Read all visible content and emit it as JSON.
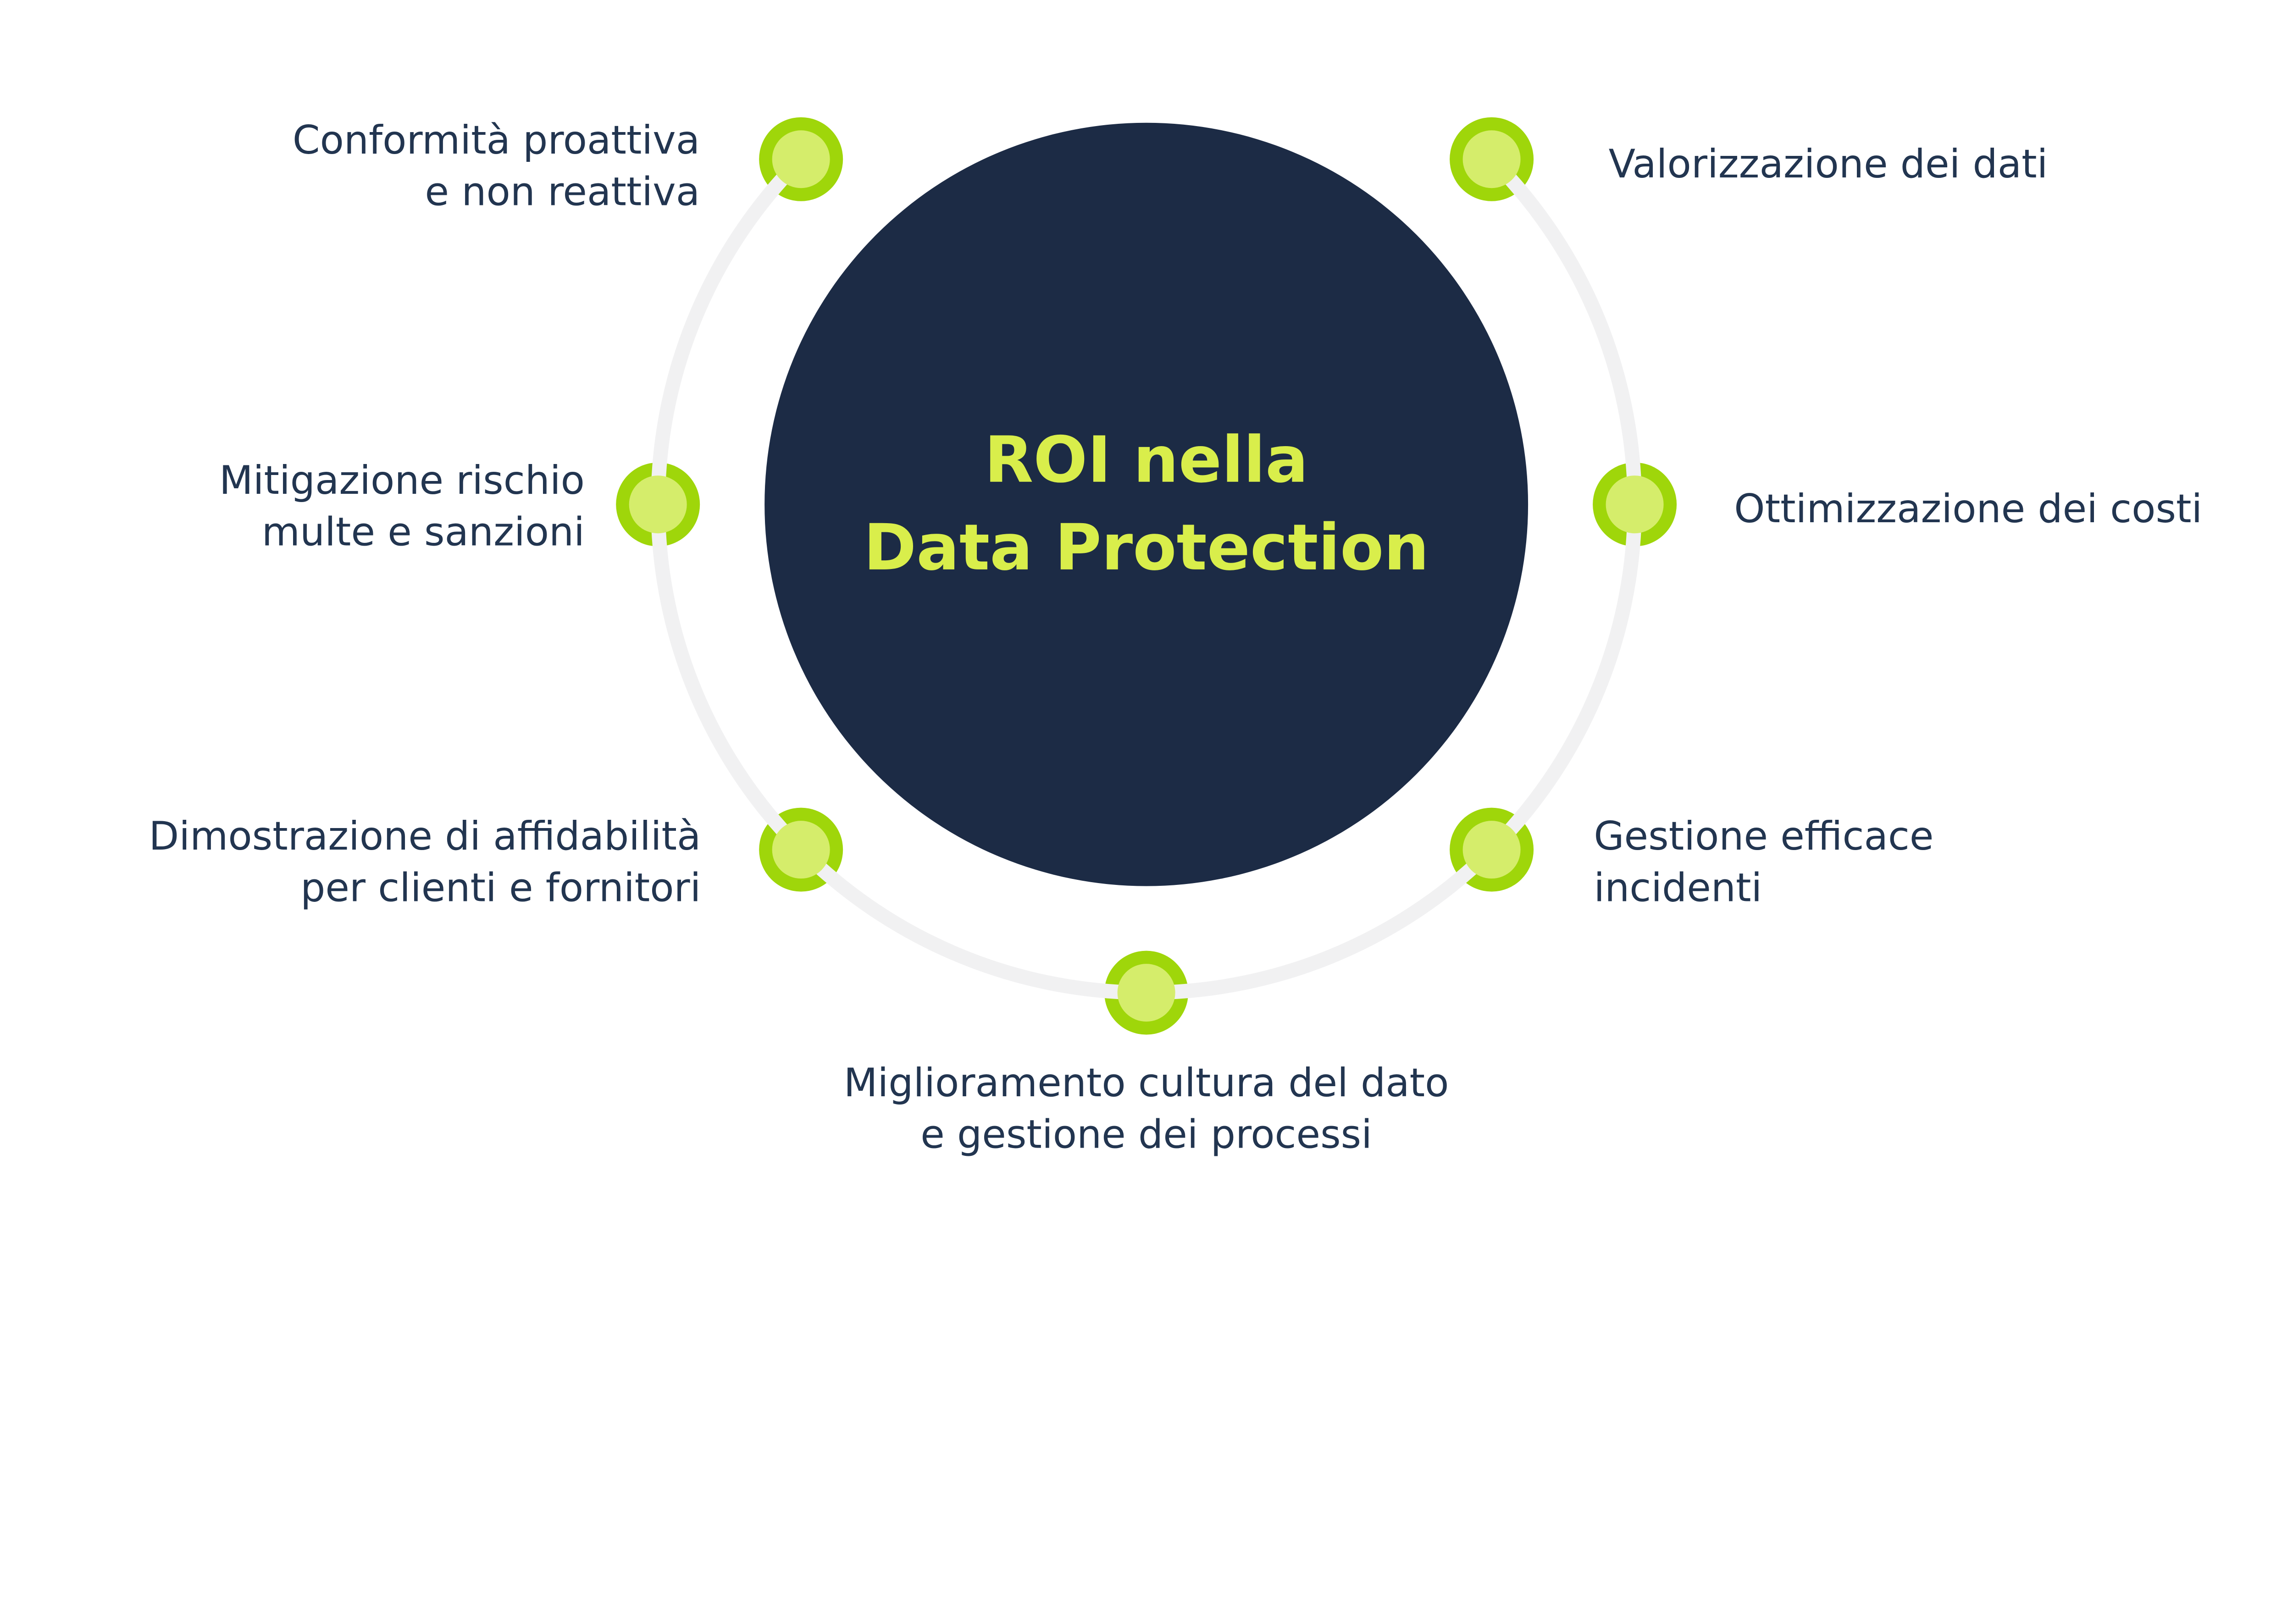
{
  "diagram": {
    "title": {
      "line1": "ROI nella",
      "line2": "Data Protection"
    },
    "labels": {
      "top_left": {
        "line1": "Conformità proattiva",
        "line2": "e non reattiva"
      },
      "left": {
        "line1": "Mitigazione rischio",
        "line2": "multe e sanzioni"
      },
      "bottom_left": {
        "line1": "Dimostrazione di affidabilità",
        "line2": "per clienti e fornitori"
      },
      "bottom": {
        "line1": "Miglioramento cultura del dato",
        "line2": "e gestione dei processi"
      },
      "bottom_right": {
        "line1": "Gestione efficace",
        "line2": "incidenti"
      },
      "right": {
        "line1": "Ottimizzazione dei costi"
      },
      "top_right": {
        "line1": "Valorizzazione dei dati"
      }
    },
    "colors": {
      "background": "#ffffff",
      "circle": "#1c2b45",
      "title": "#d9ee4b",
      "label_text": "#223550",
      "dot_outer": "#9fd60a",
      "dot_inner": "#d5ed6b",
      "ring": "#f1f1f2"
    }
  }
}
